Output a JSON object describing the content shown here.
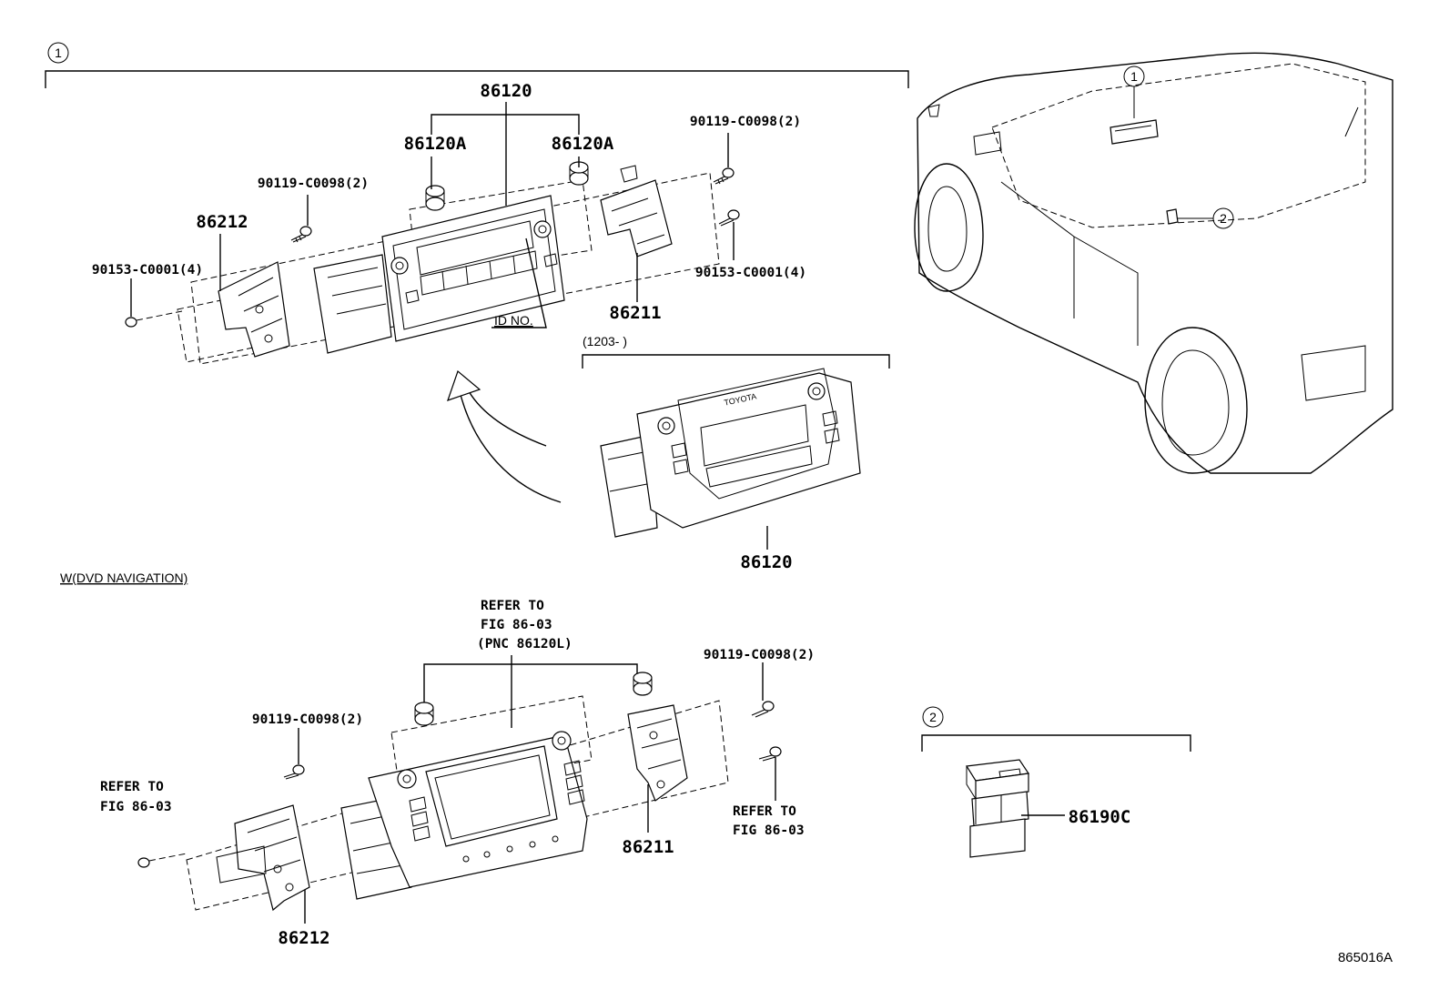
{
  "callouts": {
    "section_1": "1",
    "section_2": "2",
    "car_1": "1",
    "car_2": "2"
  },
  "top_group": {
    "assembly": "86120",
    "knob_left": "86120A",
    "knob_right": "86120A",
    "screw_left": "90119-C0098(2)",
    "screw_right": "90119-C0098(2)",
    "bracket_left": "86212",
    "bolt_left": "90153-C0001(4)",
    "bolt_right": "90153-C0001(4)",
    "bracket_right": "86211",
    "id_no": "ID NO."
  },
  "variant": {
    "date_range": "(1203-     )",
    "brand": "TOYOTA",
    "assembly": "86120"
  },
  "nav_group": {
    "heading": "W(DVD NAVIGATION)",
    "refer_center_1": "REFER TO",
    "refer_center_2": "FIG 86-03",
    "refer_center_3": "(PNC 86120L)",
    "screw_right": "90119-C0098(2)",
    "screw_left": "90119-C0098(2)",
    "refer_left_1": "REFER TO",
    "refer_left_2": "FIG 86-03",
    "refer_right_1": "REFER TO",
    "refer_right_2": "FIG 86-03",
    "bracket_right": "86211",
    "bracket_left": "86212"
  },
  "switch_group": {
    "part": "86190C"
  },
  "figure_id": "865016A"
}
